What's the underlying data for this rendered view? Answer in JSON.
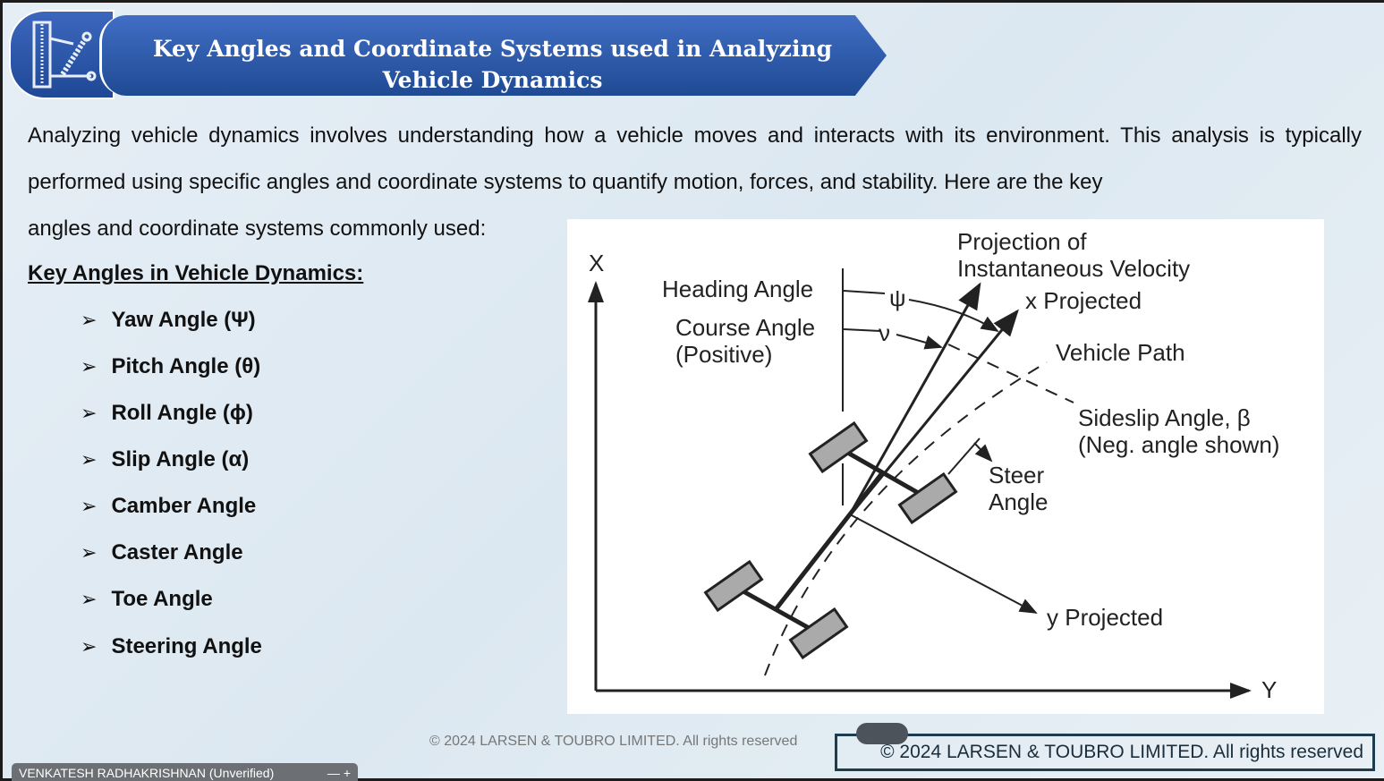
{
  "title": "Key Angles and Coordinate Systems used in Analyzing Vehicle Dynamics",
  "intro": "Analyzing vehicle dynamics involves understanding how a vehicle moves and interacts with its environment. This analysis is typically performed using specific angles and coordinate systems to quantify motion, forces, and stability. Here are the key",
  "intro_end": "angles and coordinate systems commonly used:",
  "subheading": "Key Angles in Vehicle Dynamics:",
  "bullet": "➢",
  "angles": [
    "Yaw Angle (Ψ)",
    "Pitch Angle (θ)",
    "Roll Angle (ϕ)",
    "Slip Angle (α)",
    "Camber Angle",
    "Caster Angle",
    "Toe Angle",
    "Steering Angle"
  ],
  "diagram": {
    "x_axis": "X",
    "y_axis": "Y",
    "proj1": "Projection of",
    "proj2": "Instantaneous Velocity",
    "heading": "Heading Angle",
    "psi": "ψ",
    "x_projected": "x Projected",
    "course1": "Course Angle",
    "course2": "(Positive)",
    "nu": "ν",
    "vehicle_path": "Vehicle Path",
    "sideslip1": "Sideslip Angle,  β",
    "sideslip2": "(Neg. angle shown)",
    "steer1": "Steer",
    "steer2": "Angle",
    "y_projected": "y Projected"
  },
  "footer": {
    "copyright_faint": "© 2024 LARSEN & TOUBRO LIMITED. All rights reserved",
    "copyright": "© 2024 LARSEN & TOUBRO LIMITED. All rights reserved"
  },
  "participant": {
    "name": "VENKATESH RADHAKRISHNAN (Unverified)",
    "minimize": "—",
    "add": "+"
  }
}
